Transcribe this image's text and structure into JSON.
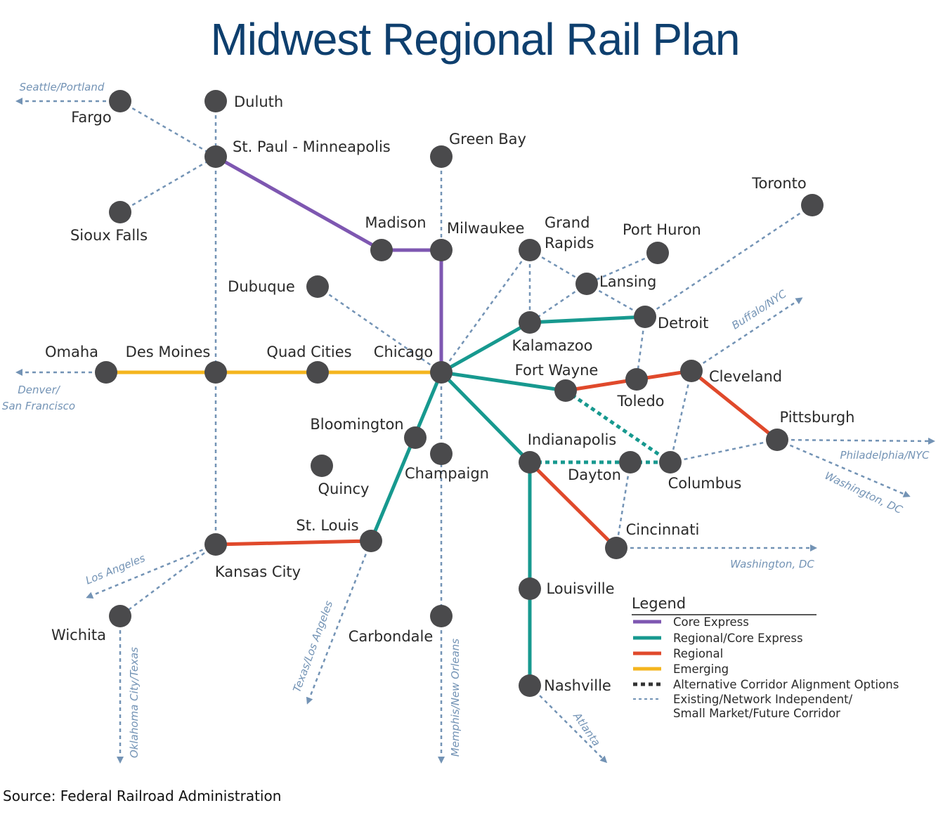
{
  "title": "Midwest Regional Rail Plan",
  "source": "Source: Federal Railroad Administration",
  "colors": {
    "core_express": "#7e57b1",
    "regional_core_express": "#17998f",
    "regional": "#e0492b",
    "emerging": "#f4b51e",
    "existing": "#7393b5",
    "node": "#4a4a4c",
    "title": "#0e3f6e"
  },
  "legend": {
    "title": "Legend",
    "items": [
      {
        "key": "core_express",
        "label": "Core Express"
      },
      {
        "key": "regional_core_express",
        "label": "Regional/Core Express"
      },
      {
        "key": "regional",
        "label": "Regional"
      },
      {
        "key": "emerging",
        "label": "Emerging"
      },
      {
        "key": "alternative",
        "label": "Alternative Corridor Alignment Options"
      },
      {
        "key": "existing",
        "label": "Existing/Network Independent/",
        "label2": "Small Market/Future Corridor"
      }
    ]
  },
  "cities": [
    {
      "id": "fargo",
      "name": "Fargo"
    },
    {
      "id": "duluth",
      "name": "Duluth"
    },
    {
      "id": "stpaul",
      "name": "St. Paul - Minneapolis"
    },
    {
      "id": "siouxfalls",
      "name": "Sioux Falls"
    },
    {
      "id": "greenbay",
      "name": "Green Bay"
    },
    {
      "id": "madison",
      "name": "Madison"
    },
    {
      "id": "milwaukee",
      "name": "Milwaukee"
    },
    {
      "id": "grandrapids",
      "name": "Grand",
      "name2": "Rapids"
    },
    {
      "id": "porthuron",
      "name": "Port Huron"
    },
    {
      "id": "toronto",
      "name": "Toronto"
    },
    {
      "id": "lansing",
      "name": "Lansing"
    },
    {
      "id": "dubuque",
      "name": "Dubuque"
    },
    {
      "id": "kalamazoo",
      "name": "Kalamazoo"
    },
    {
      "id": "detroit",
      "name": "Detroit"
    },
    {
      "id": "omaha",
      "name": "Omaha"
    },
    {
      "id": "desmoines",
      "name": "Des Moines"
    },
    {
      "id": "quadcities",
      "name": "Quad Cities"
    },
    {
      "id": "chicago",
      "name": "Chicago"
    },
    {
      "id": "fortwayne",
      "name": "Fort Wayne"
    },
    {
      "id": "toledo",
      "name": "Toledo"
    },
    {
      "id": "cleveland",
      "name": "Cleveland"
    },
    {
      "id": "bloomington",
      "name": "Bloomington"
    },
    {
      "id": "champaign",
      "name": "Champaign"
    },
    {
      "id": "quincy",
      "name": "Quincy"
    },
    {
      "id": "pittsburgh",
      "name": "Pittsburgh"
    },
    {
      "id": "indianapolis",
      "name": "Indianapolis"
    },
    {
      "id": "dayton",
      "name": "Dayton"
    },
    {
      "id": "columbus",
      "name": "Columbus"
    },
    {
      "id": "stlouis",
      "name": "St. Louis"
    },
    {
      "id": "kansascity",
      "name": "Kansas City"
    },
    {
      "id": "cincinnati",
      "name": "Cincinnati"
    },
    {
      "id": "louisville",
      "name": "Louisville"
    },
    {
      "id": "wichita",
      "name": "Wichita"
    },
    {
      "id": "carbondale",
      "name": "Carbondale"
    },
    {
      "id": "nashville",
      "name": "Nashville"
    }
  ],
  "routes": [
    {
      "type": "core_express",
      "from": "stpaul",
      "to": "madison"
    },
    {
      "type": "core_express",
      "from": "madison",
      "to": "milwaukee"
    },
    {
      "type": "core_express",
      "from": "milwaukee",
      "to": "chicago"
    },
    {
      "type": "regional_core_express",
      "from": "chicago",
      "to": "kalamazoo"
    },
    {
      "type": "regional_core_express",
      "from": "kalamazoo",
      "to": "detroit"
    },
    {
      "type": "regional_core_express",
      "from": "chicago",
      "to": "fortwayne"
    },
    {
      "type": "regional_core_express",
      "from": "chicago",
      "to": "indianapolis"
    },
    {
      "type": "regional_core_express",
      "from": "chicago",
      "to": "stlouis"
    },
    {
      "type": "regional_core_express",
      "from": "indianapolis",
      "to": "louisville"
    },
    {
      "type": "regional_core_express",
      "from": "louisville",
      "to": "nashville"
    },
    {
      "type": "regional",
      "from": "fortwayne",
      "to": "toledo"
    },
    {
      "type": "regional",
      "from": "toledo",
      "to": "cleveland"
    },
    {
      "type": "regional",
      "from": "cleveland",
      "to": "pittsburgh"
    },
    {
      "type": "regional",
      "from": "indianapolis",
      "to": "cincinnati"
    },
    {
      "type": "regional",
      "from": "kansascity",
      "to": "stlouis"
    },
    {
      "type": "emerging",
      "from": "omaha",
      "to": "chicago"
    },
    {
      "type": "alternative",
      "from": "fortwayne",
      "to": "columbus"
    },
    {
      "type": "alternative",
      "from": "indianapolis",
      "to": "columbus"
    },
    {
      "type": "existing",
      "from": "fargo",
      "to": "stpaul"
    },
    {
      "type": "existing",
      "from": "duluth",
      "to": "stpaul"
    },
    {
      "type": "existing",
      "from": "siouxfalls",
      "to": "stpaul"
    },
    {
      "type": "existing",
      "from": "stpaul",
      "to": "desmoines"
    },
    {
      "type": "existing",
      "from": "desmoines",
      "to": "kansascity"
    },
    {
      "type": "existing",
      "from": "greenbay",
      "to": "milwaukee"
    },
    {
      "type": "existing",
      "from": "dubuque",
      "to": "chicago"
    },
    {
      "type": "existing",
      "from": "chicago",
      "to": "grandrapids"
    },
    {
      "type": "existing",
      "from": "grandrapids",
      "to": "kalamazoo"
    },
    {
      "type": "existing",
      "from": "grandrapids",
      "to": "lansing"
    },
    {
      "type": "existing",
      "from": "porthuron",
      "to": "lansing"
    },
    {
      "type": "existing",
      "from": "lansing",
      "to": "detroit"
    },
    {
      "type": "existing",
      "from": "lansing",
      "to": "kalamazoo"
    },
    {
      "type": "existing",
      "from": "detroit",
      "to": "toronto"
    },
    {
      "type": "existing",
      "from": "detroit",
      "to": "toledo"
    },
    {
      "type": "existing",
      "from": "cleveland",
      "to": "columbus"
    },
    {
      "type": "existing",
      "from": "columbus",
      "to": "pittsburgh"
    },
    {
      "type": "existing",
      "from": "dayton",
      "to": "cincinnati"
    },
    {
      "type": "existing",
      "from": "chicago",
      "to": "carbondale"
    },
    {
      "type": "existing",
      "from": "kansascity",
      "to": "wichita"
    }
  ],
  "extensions": [
    {
      "label": "Seattle/Portland"
    },
    {
      "label": "Denver/",
      "label2": "San Francisco"
    },
    {
      "label": "Buffalo/NYC"
    },
    {
      "label": "Philadelphia/NYC"
    },
    {
      "label": "Washington, DC"
    },
    {
      "label": "Washington, DC"
    },
    {
      "label": "Los Angeles"
    },
    {
      "label": "Oklahoma City/Texas"
    },
    {
      "label": "Texas/Los Angeles"
    },
    {
      "label": "Memphis/New Orleans"
    },
    {
      "label": "Atlanta"
    }
  ]
}
